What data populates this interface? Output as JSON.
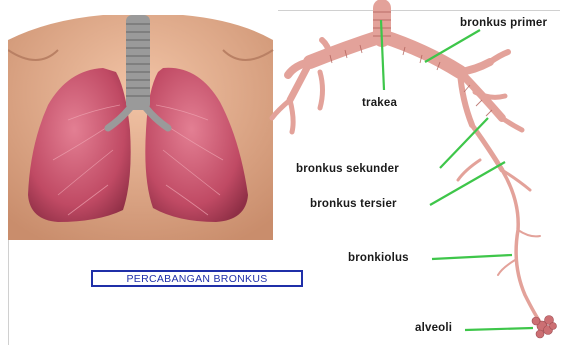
{
  "diagram": {
    "caption": "PERCABANGAN BRONKUS",
    "labels": {
      "bronkus_primer": "bronkus primer",
      "trakea": "trakea",
      "bronkus_sekunder": "bronkus sekunder",
      "bronkus_tersier": "bronkus tersier",
      "bronkiolus": "bronkiolus",
      "alveoli": "alveoli"
    },
    "colors": {
      "pointer_line": "#3ec64a",
      "caption_border": "#1f2fa8",
      "lung": "#c9566e",
      "bronchus": "#e8a7a1",
      "skin": "#e9b08f"
    }
  }
}
